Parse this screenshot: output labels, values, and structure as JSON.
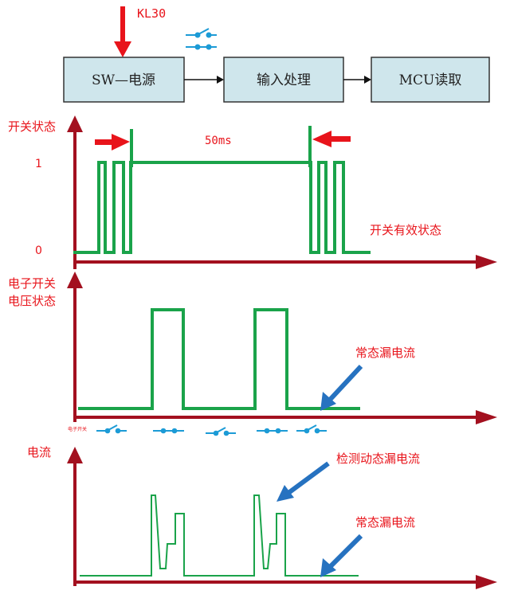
{
  "colors": {
    "axis": "#a3101f",
    "signal": "#1aa34a",
    "red_arrow": "#e8141b",
    "blue_arrow": "#2672c0",
    "label": "#e8141b",
    "block_fill": "#cfe6ec",
    "switch_icon": "#1c9bd6"
  },
  "top": {
    "kl30_label": "KL30",
    "blocks": [
      "SW—电源",
      "输入处理",
      "MCU读取"
    ]
  },
  "panel1": {
    "y_title": "开关状态",
    "tick_one": "1",
    "tick_zero": "0",
    "duration_label": "50ms",
    "annotation": "开关有效状态"
  },
  "panel2": {
    "y_title_line1": "电子开关",
    "y_title_line2": "电压状态",
    "annotation": "常态漏电流",
    "switch_caption": "电子开关"
  },
  "panel3": {
    "y_title": "电流",
    "annotation_dynamic": "检测动态漏电流",
    "annotation_static": "常态漏电流"
  }
}
